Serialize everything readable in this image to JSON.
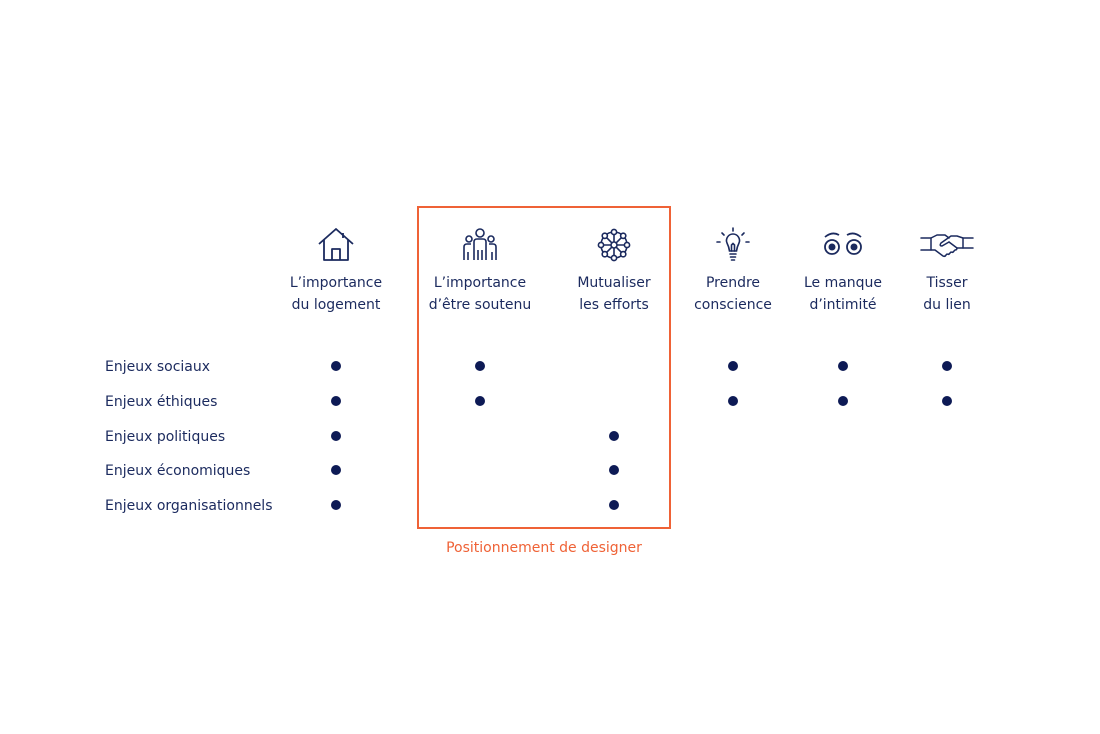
{
  "columns": [
    {
      "icon": "house-icon",
      "lines": [
        "L’importance",
        "du logement"
      ]
    },
    {
      "icon": "people-group-icon",
      "lines": [
        "L’importance",
        "d’être soutenu"
      ]
    },
    {
      "icon": "network-circle-icon",
      "lines": [
        "Mutualiser",
        "les efforts"
      ]
    },
    {
      "icon": "lightbulb-icon",
      "lines": [
        "Prendre",
        "conscience"
      ]
    },
    {
      "icon": "eyes-icon",
      "lines": [
        "Le manque",
        "d’intimité"
      ]
    },
    {
      "icon": "handshake-icon",
      "lines": [
        "Tisser",
        "du lien"
      ]
    }
  ],
  "rows": [
    {
      "label": "Enjeux sociaux",
      "marks": [
        true,
        true,
        false,
        true,
        true,
        true
      ]
    },
    {
      "label": "Enjeux éthiques",
      "marks": [
        true,
        true,
        false,
        true,
        true,
        true
      ]
    },
    {
      "label": "Enjeux politiques",
      "marks": [
        true,
        false,
        true,
        false,
        false,
        false
      ]
    },
    {
      "label": "Enjeux économiques",
      "marks": [
        true,
        false,
        true,
        false,
        false,
        false
      ]
    },
    {
      "label": "Enjeux organisationnels",
      "marks": [
        true,
        false,
        true,
        false,
        false,
        false
      ]
    }
  ],
  "highlight": {
    "label": "Positionnement de designer",
    "columns": [
      1,
      2
    ],
    "color": "#ef6236"
  },
  "colors": {
    "text": "#1b2a5e",
    "dot": "#0d1a55",
    "accent": "#ef6236"
  }
}
